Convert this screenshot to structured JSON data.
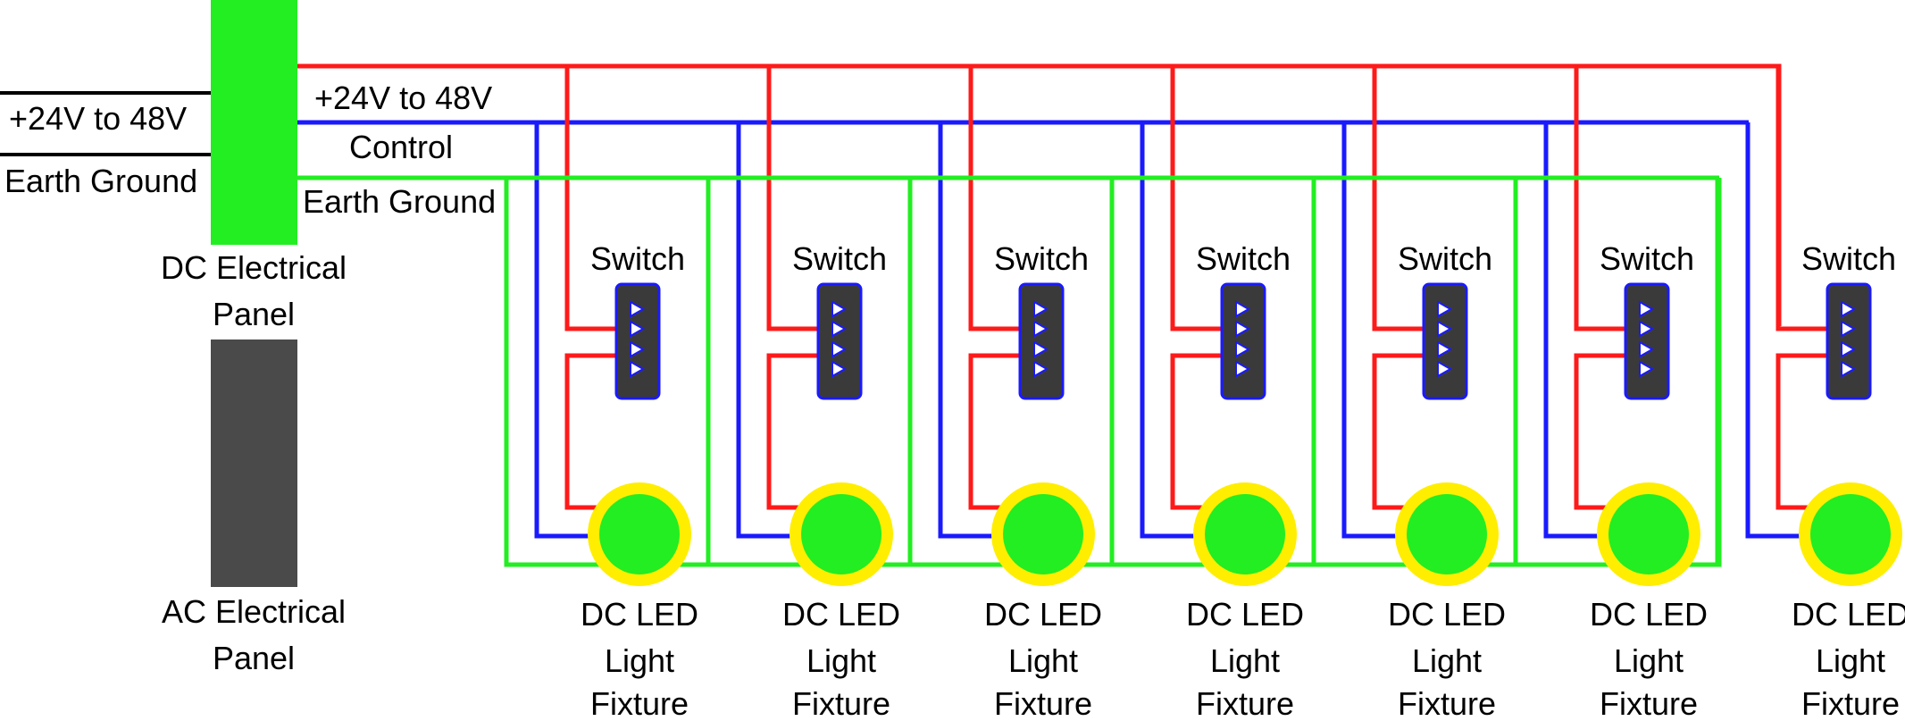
{
  "colors": {
    "positive": "#ff1a1a",
    "control": "#1a1aff",
    "ground": "#22ee22",
    "dc_panel": "#22ee22",
    "ac_panel": "#4a4a4a",
    "switch_body": "#3a3a3a",
    "switch_border": "#1a1aff",
    "fixture_ring": "#ffee00",
    "fixture_center": "#22ee22",
    "input_lines": "#000000"
  },
  "inputs": {
    "positive_label": "+24V to 48V",
    "ground_label": "Earth Ground"
  },
  "bus": {
    "positive_label": "+24V to 48V",
    "control_label": "Control",
    "ground_label": "Earth Ground"
  },
  "panels": {
    "dc": {
      "line1": "DC Electrical",
      "line2": "Panel"
    },
    "ac": {
      "line1": "AC Electrical",
      "line2": "Panel"
    }
  },
  "units": [
    {
      "switch_label": "Switch",
      "fixture_line1": "DC LED",
      "fixture_line2": "Light",
      "fixture_line3": "Fixture"
    },
    {
      "switch_label": "Switch",
      "fixture_line1": "DC LED",
      "fixture_line2": "Light",
      "fixture_line3": "Fixture"
    },
    {
      "switch_label": "Switch",
      "fixture_line1": "DC LED",
      "fixture_line2": "Light",
      "fixture_line3": "Fixture"
    },
    {
      "switch_label": "Switch",
      "fixture_line1": "DC LED",
      "fixture_line2": "Light",
      "fixture_line3": "Fixture"
    },
    {
      "switch_label": "Switch",
      "fixture_line1": "DC LED",
      "fixture_line2": "Light",
      "fixture_line3": "Fixture"
    },
    {
      "switch_label": "Switch",
      "fixture_line1": "DC LED",
      "fixture_line2": "Light",
      "fixture_line3": "Fixture"
    },
    {
      "switch_label": "Switch",
      "fixture_line1": "DC LED",
      "fixture_line2": "Light",
      "fixture_line3": "Fixture"
    }
  ]
}
